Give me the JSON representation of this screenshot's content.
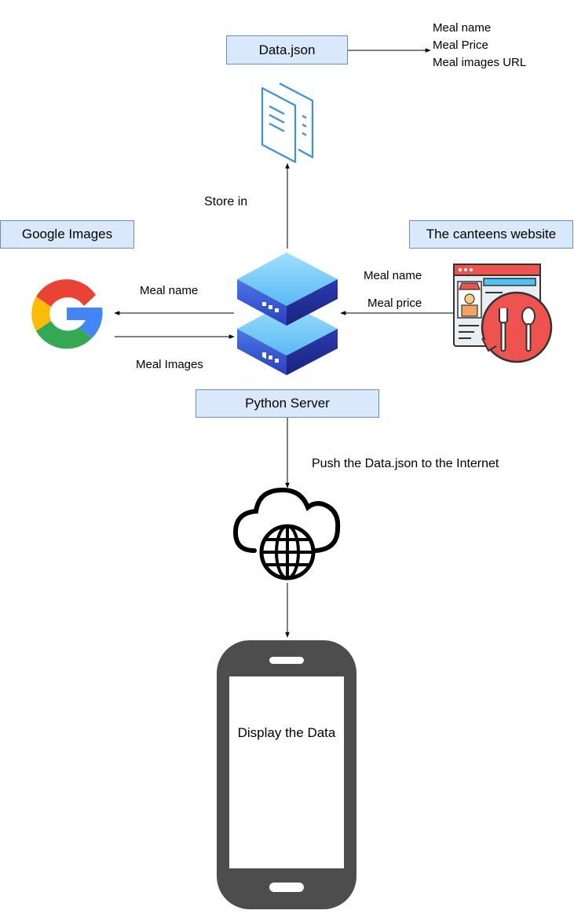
{
  "boxes": {
    "data_json": "Data.json",
    "google_images": "Google Images",
    "canteens_website": "The canteens website",
    "python_server": "Python Server"
  },
  "data_json_fields": [
    "Meal name",
    "Meal Price",
    "Meal images URL"
  ],
  "edges": {
    "store_in": "Store in",
    "to_google": "Meal name",
    "from_google": "Meal Images",
    "canteen_name": "Meal name",
    "canteen_price": "Meal price",
    "push": "Push the Data.json to the Internet"
  },
  "phone": {
    "screen_text": "Display the Data"
  },
  "icons": {
    "document": "document-icon",
    "server": "server-icon",
    "google": "google-logo-icon",
    "canteen": "restaurant-website-icon",
    "cloud": "cloud-globe-icon",
    "phone": "smartphone-icon"
  },
  "colors": {
    "box_fill": "#dae8fc",
    "box_stroke": "#6c8ebf",
    "phone_body": "#4d4d4d"
  }
}
